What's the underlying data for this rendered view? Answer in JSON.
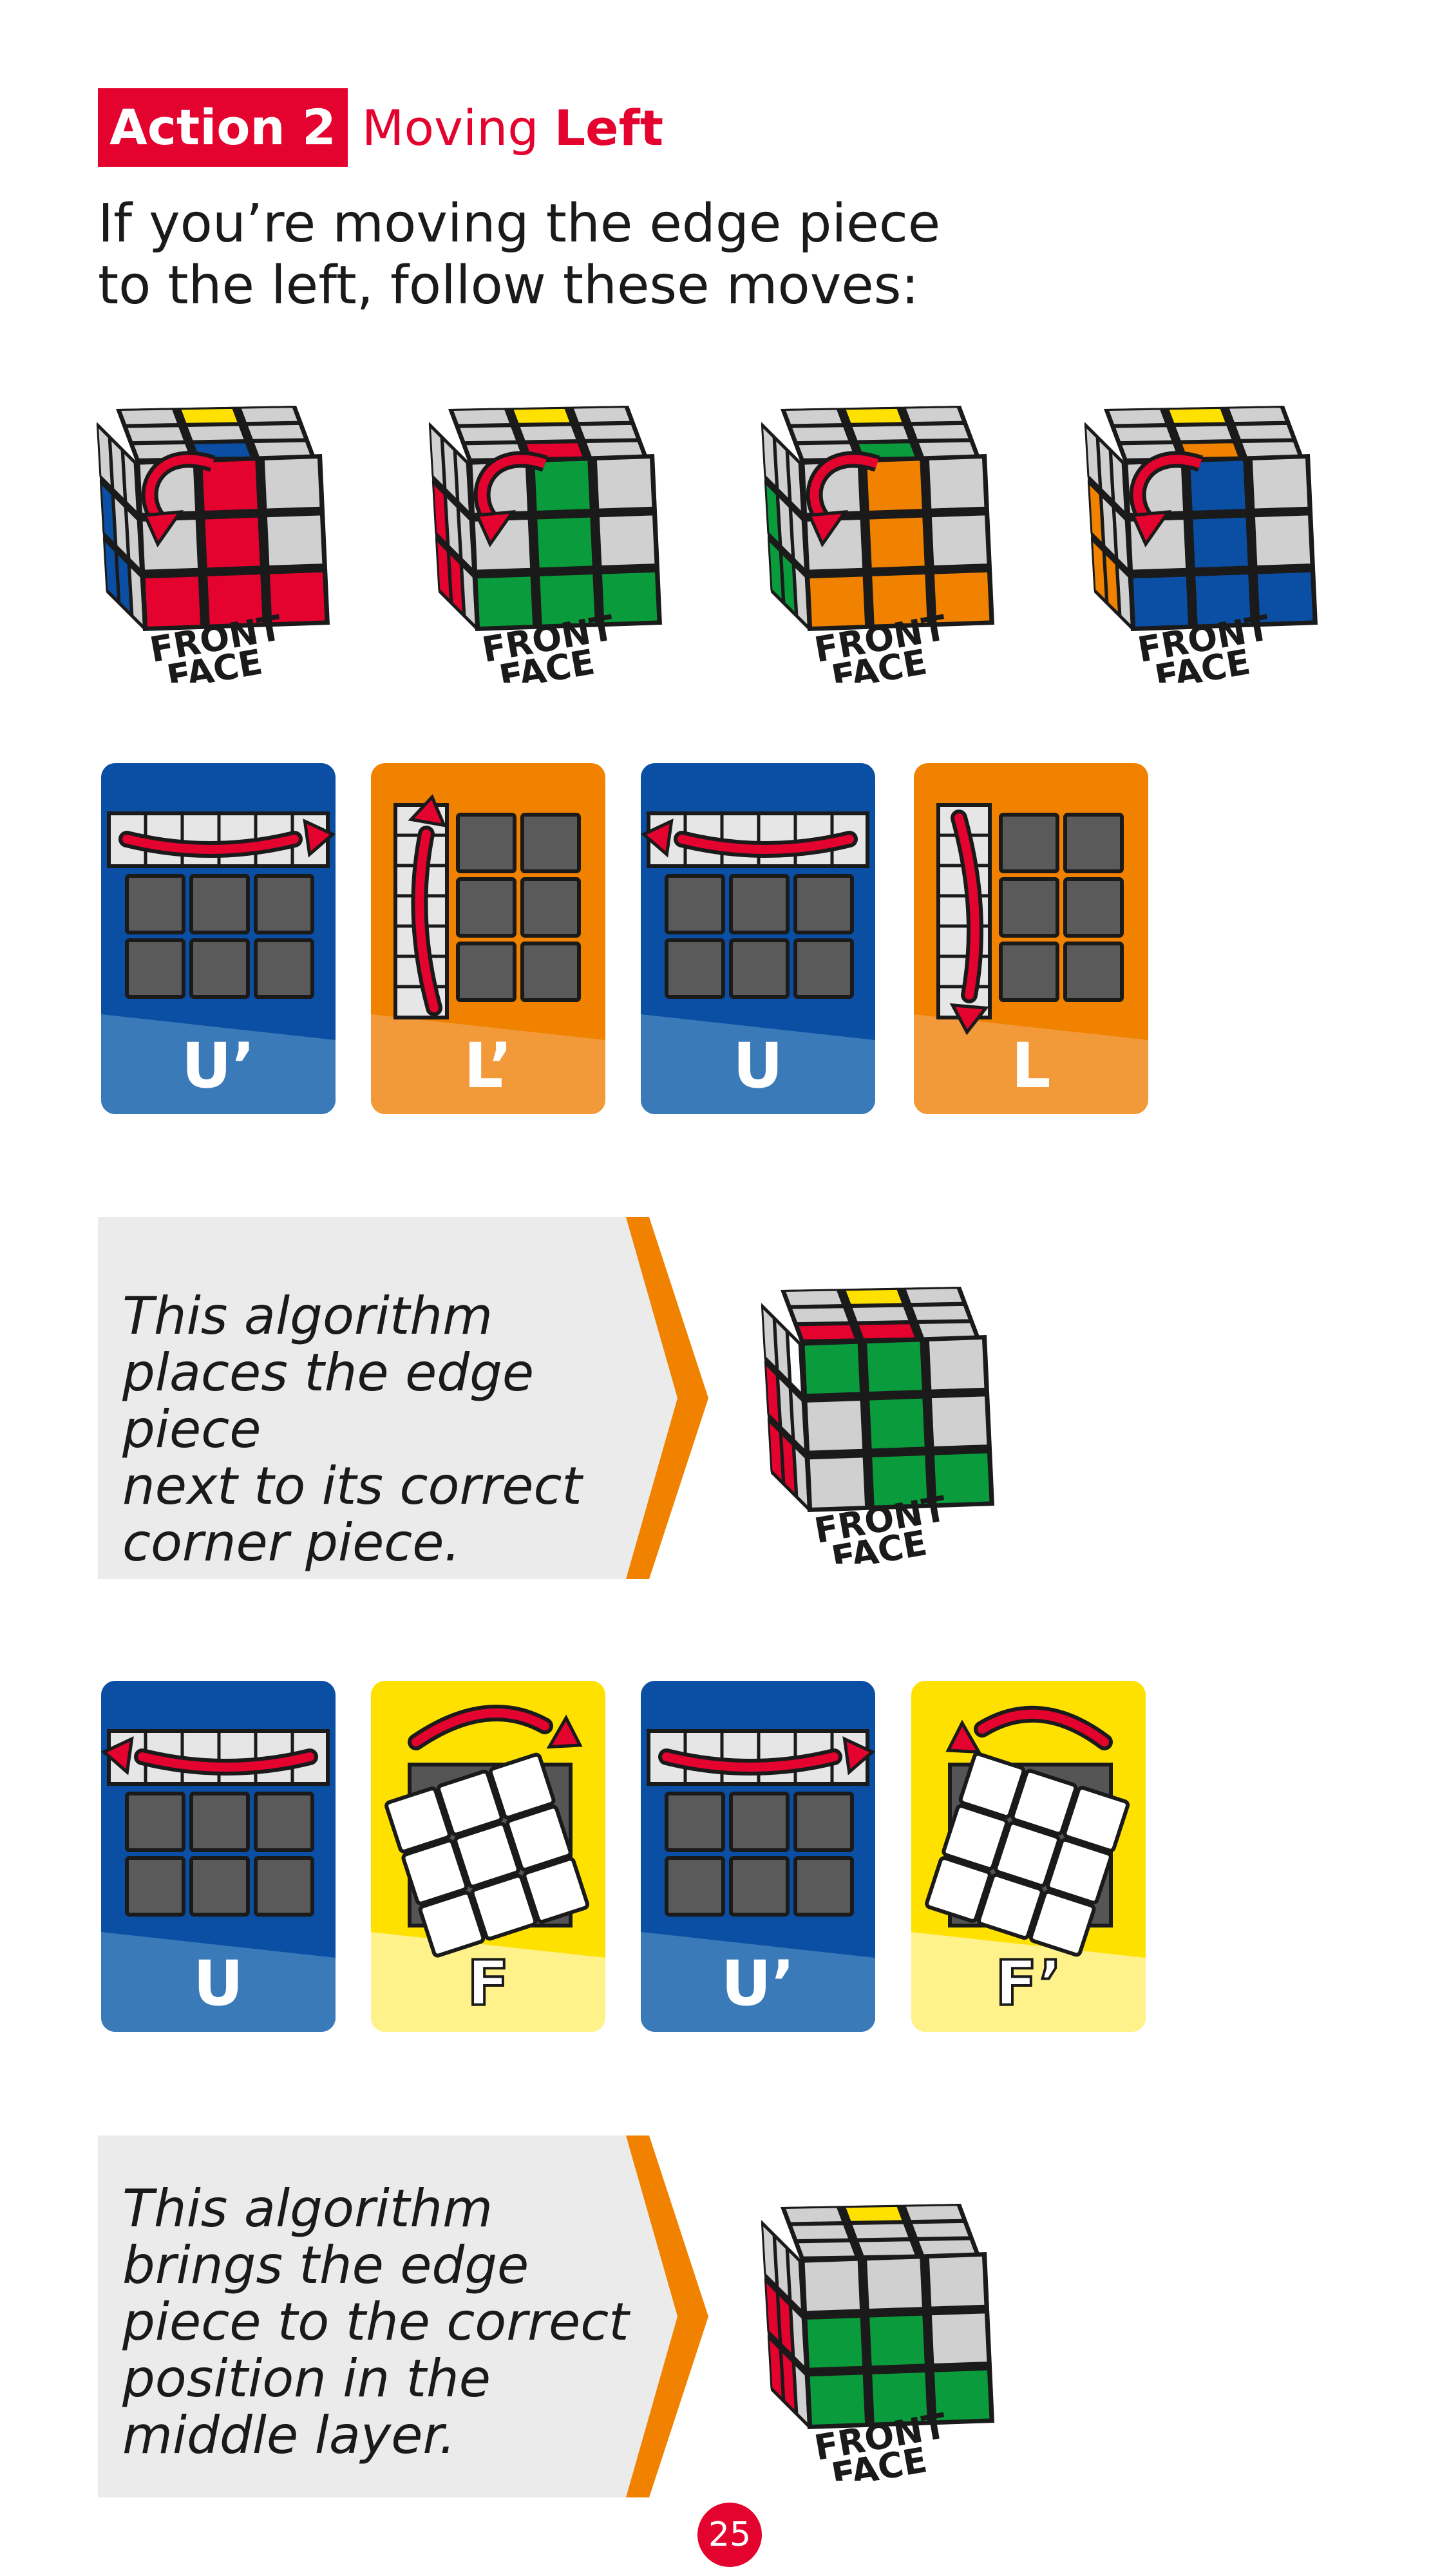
{
  "header": {
    "tag": "Action 2",
    "title_part1": "Moving",
    "title_part2": "Left"
  },
  "intro": {
    "line1": "If you’re moving the edge piece",
    "line2": "to the left, follow these moves:"
  },
  "front_face_label": {
    "line1": "FRONT",
    "line2": "FACE"
  },
  "cubes_row1": [
    {
      "front": "red",
      "side": "blue",
      "edge": "blue"
    },
    {
      "front": "green",
      "side": "red",
      "edge": "red"
    },
    {
      "front": "orange",
      "side": "green",
      "edge": "green"
    },
    {
      "front": "blue",
      "side": "orange",
      "edge": "orange"
    }
  ],
  "moves_row1": [
    {
      "label": "U’",
      "type": "top-right",
      "color": "blue"
    },
    {
      "label": "L’",
      "type": "left-up",
      "color": "orange"
    },
    {
      "label": "U",
      "type": "top-left",
      "color": "blue"
    },
    {
      "label": "L",
      "type": "left-down",
      "color": "orange"
    }
  ],
  "callout1": {
    "lines": [
      "This algorithm",
      "places the edge piece",
      "next to its correct",
      "corner piece."
    ]
  },
  "moves_row2": [
    {
      "label": "U",
      "type": "top-left",
      "color": "blue"
    },
    {
      "label": "F",
      "type": "front-cw",
      "color": "yellow"
    },
    {
      "label": "U’",
      "type": "top-right",
      "color": "blue"
    },
    {
      "label": "F’",
      "type": "front-ccw",
      "color": "yellow"
    }
  ],
  "callout2": {
    "lines": [
      "This algorithm",
      "brings the edge",
      "piece to the correct",
      "position in the",
      "middle layer."
    ]
  },
  "page_number": "25",
  "colors": {
    "accent": "#e3032e",
    "blue": "#0a4fa3",
    "orange": "#f08200",
    "yellow": "#ffe100",
    "green": "#0a9b3c",
    "red": "#e3032e",
    "grey": "#d0d0d0",
    "dark": "#1a1a1a"
  }
}
